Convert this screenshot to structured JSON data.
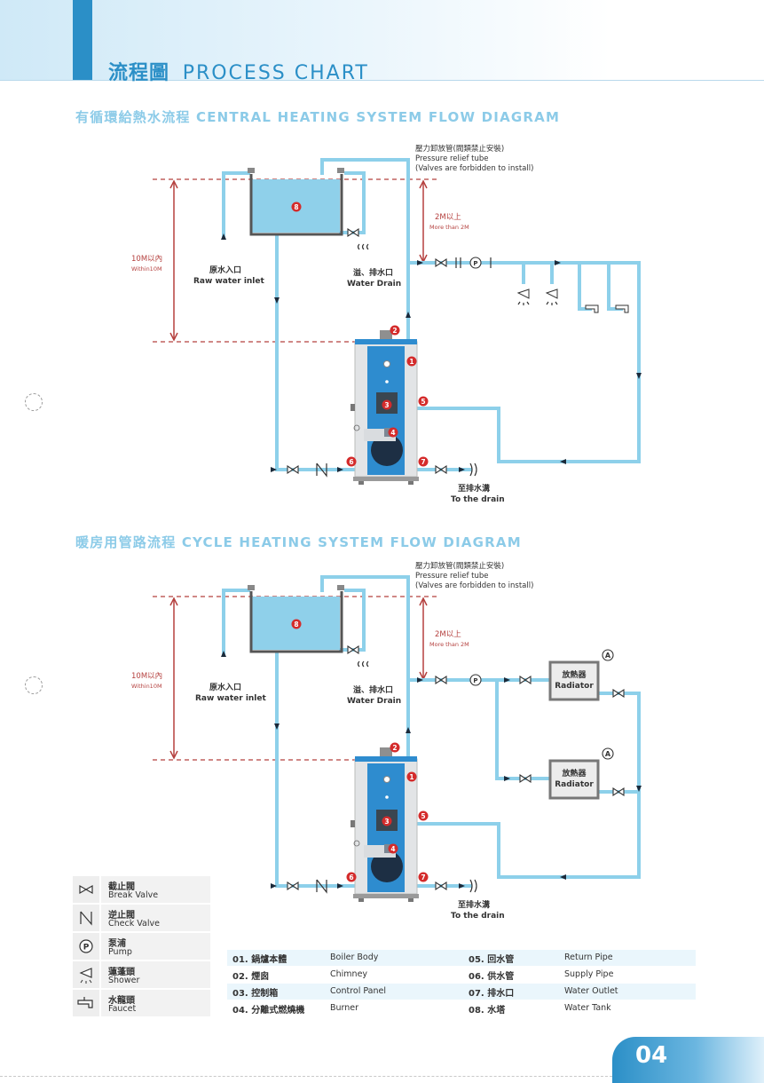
{
  "header": {
    "title_cn": "流程圖",
    "title_en": "PROCESS CHART"
  },
  "section1": {
    "title": "有循環給熱水流程 CENTRAL HEATING SYSTEM FLOW DIAGRAM",
    "relief_cn": "壓力卸放管(閥類禁止安裝)",
    "relief_en1": "Pressure relief tube",
    "relief_en2": "(Valves are forbidden to install)",
    "height_cn": "2M以上",
    "height_en": "More than 2M",
    "limit_cn": "10M以內",
    "limit_en": "Within10M",
    "raw_cn": "原水入口",
    "raw_en": "Raw water inlet",
    "drain_cn": "溢、排水口",
    "drain_en": "Water Drain",
    "to_drain_cn": "至排水溝",
    "to_drain_en": "To the drain"
  },
  "section2": {
    "title": "暖房用管路流程 CYCLE HEATING SYSTEM FLOW DIAGRAM",
    "relief_cn": "壓力卸放管(閥類禁止安裝)",
    "relief_en1": "Pressure relief tube",
    "relief_en2": "(Valves are forbidden to install)",
    "height_cn": "2M以上",
    "height_en": "More than 2M",
    "limit_cn": "10M以內",
    "limit_en": "Within10M",
    "raw_cn": "原水入口",
    "raw_en": "Raw water inlet",
    "drain_cn": "溢、排水口",
    "drain_en": "Water Drain",
    "radiator_cn": "放熱器",
    "radiator_en": "Radiator",
    "to_drain_cn": "至排水溝",
    "to_drain_en": "To the drain"
  },
  "markers": {
    "n1": "1",
    "n2": "2",
    "n3": "3",
    "n4": "4",
    "n5": "5",
    "n6": "6",
    "n7": "7",
    "n8": "8",
    "ammeter": "A",
    "pump": "P"
  },
  "legend": [
    {
      "icon": "break-valve-icon",
      "cn": "截止閥",
      "en": "Break Valve"
    },
    {
      "icon": "check-valve-icon",
      "cn": "逆止閥",
      "en": "Check Valve"
    },
    {
      "icon": "pump-icon",
      "cn": "泵浦",
      "en": "Pump"
    },
    {
      "icon": "shower-icon",
      "cn": "蓮蓬頭",
      "en": "Shower"
    },
    {
      "icon": "faucet-icon",
      "cn": "水龍頭",
      "en": "Faucet"
    }
  ],
  "parts": [
    {
      "cn": "01. 鍋爐本體",
      "en": "Boiler Body"
    },
    {
      "cn": "02. 煙囪",
      "en": "Chimney"
    },
    {
      "cn": "03. 控制箱",
      "en": "Control Panel"
    },
    {
      "cn": "04. 分離式燃燒機",
      "en": "Burner"
    },
    {
      "cn": "05. 回水管",
      "en": "Return Pipe"
    },
    {
      "cn": "06. 供水管",
      "en": "Supply Pipe"
    },
    {
      "cn": "07. 排水口",
      "en": "Water Outlet"
    },
    {
      "cn": "08. 水塔",
      "en": "Water Tank"
    }
  ],
  "page_number": "04",
  "colors": {
    "brand_blue": "#2b8fc7",
    "pipe": "#8dd0ea",
    "tank": "#8fd0ea",
    "marker_red": "#d42b2b",
    "dimension_red": "#b5413f",
    "section_title": "#8ccbe8"
  }
}
